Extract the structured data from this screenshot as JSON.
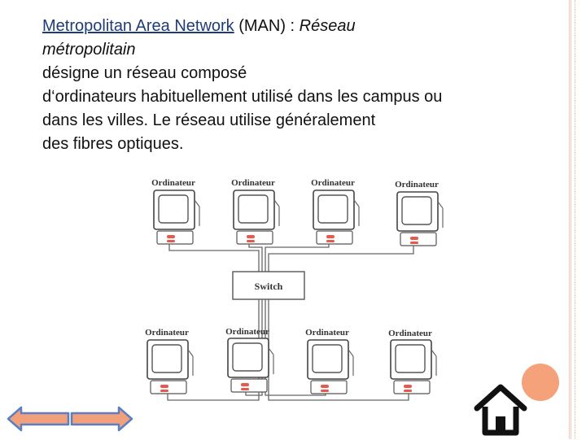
{
  "text": {
    "link_label": "Metropolitan Area Network",
    "after_link": " (MAN) : ",
    "italic_1": "Réseau",
    "italic_2": "métropolitain",
    "line_3": "désigne un réseau composé",
    "line_4": "d‘ordinateurs habituellement utilisé dans les campus ou",
    "line_5": "dans les villes. Le réseau utilise généralement",
    "line_6": "des fibres optiques."
  },
  "diagram": {
    "switch_label": "Switch",
    "top_computers": [
      "Ordinateur",
      "Ordinateur",
      "Ordinateur",
      "Ordinateur"
    ],
    "bottom_computers": [
      "Ordinateur",
      "Ordinateur",
      "Ordinateur",
      "Ordinateur"
    ]
  },
  "icons": {
    "prev": "left-arrow-icon",
    "next": "right-arrow-icon",
    "home": "home-icon"
  },
  "colors": {
    "link": "#1f3c7a",
    "arrow_fill": "#f2a07b",
    "arrow_stroke": "#5b7fc2",
    "accent_dot": "#f5a27a"
  }
}
